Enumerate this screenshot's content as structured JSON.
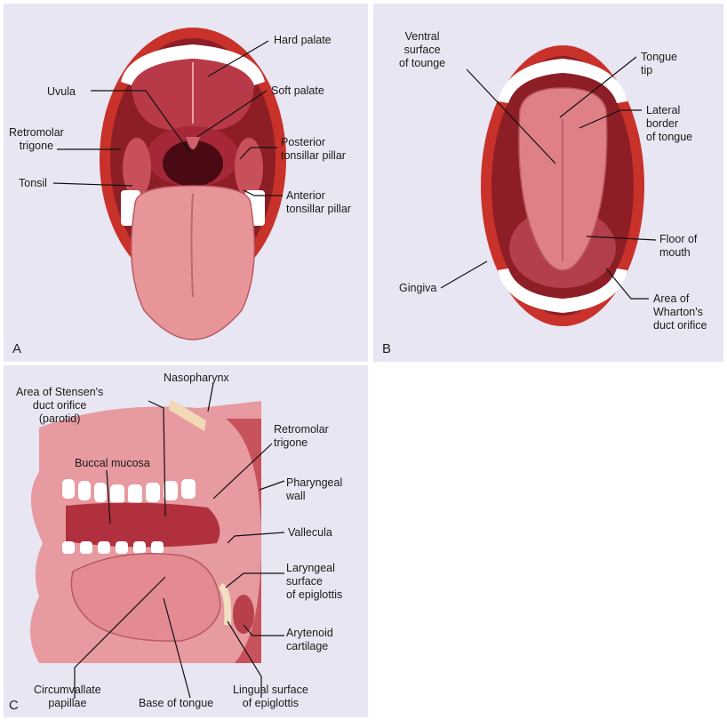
{
  "panels": {
    "A": {
      "letter": "A",
      "labels": {
        "hard_palate": "Hard palate",
        "uvula": "Uvula",
        "soft_palate": "Soft palate",
        "retromolar_trigone": "Retromolar\ntrigone",
        "posterior_pillar": "Posterior\ntonsillar pillar",
        "tonsil": "Tonsil",
        "anterior_pillar": "Anterior\ntonsillar pillar"
      }
    },
    "B": {
      "letter": "B",
      "labels": {
        "ventral_surface": "Ventral\nsurface\nof tounge",
        "tongue_tip": "Tongue\ntip",
        "lateral_border": "Lateral\nborder\nof tongue",
        "floor_of_mouth": "Floor of\nmouth",
        "gingiva": "Gingiva",
        "whartons_duct": "Area of\nWharton's\nduct orifice"
      }
    },
    "C": {
      "letter": "C",
      "labels": {
        "stensens_duct": "Area of Stensen's\nduct orifice\n(parotid)",
        "nasopharynx": "Nasopharynx",
        "retromolar_trigone": "Retromolar\ntrigone",
        "buccal_mucosa": "Buccal mucosa",
        "pharyngeal_wall": "Pharyngeal\nwall",
        "vallecula": "Vallecula",
        "laryngeal_surface": "Laryngeal\nsurface\nof epiglottis",
        "arytenoid": "Arytenoid\ncartilage",
        "circumvallate": "Circumvallate\npapillae",
        "base_of_tongue": "Base of tongue",
        "lingual_surface": "Lingual surface\nof epiglottis"
      }
    }
  },
  "colors": {
    "panel_bg": "#e9e6f3",
    "lip": "#c8322a",
    "mucosa": "#c9505a",
    "cavity": "#7a1420",
    "tongue": "#e8959a",
    "teeth": "#ffffff"
  }
}
